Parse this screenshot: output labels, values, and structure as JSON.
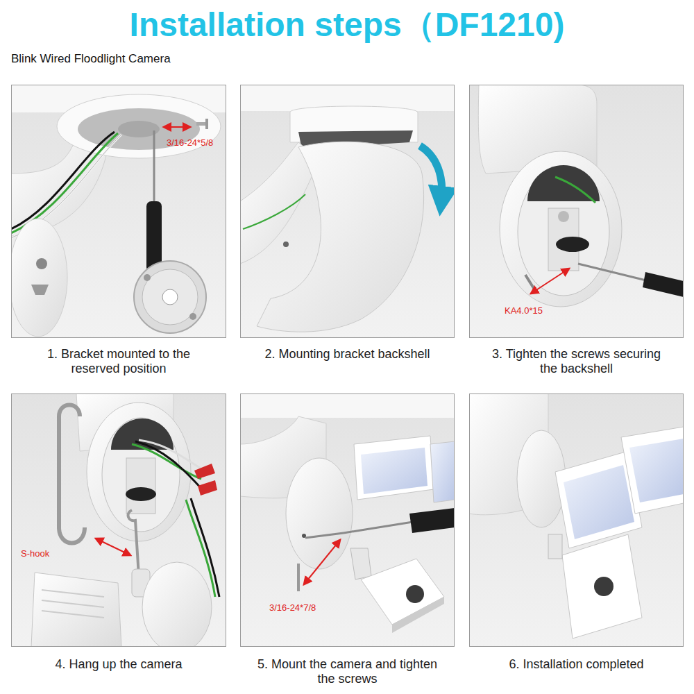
{
  "diagram": {
    "title": "Installation steps（DF1210)",
    "nodes": [
      {
        "text": [
          "1. Bracket mounted to the reserved position"
        ]
      },
      {
        "text": [
          "2. Mounting bracket backshell"
        ]
      },
      {
        "text": [
          "3. Tighten the screws securing the backshell"
        ]
      },
      {
        "text": [
          "4. Hang up the camera"
        ]
      },
      {
        "text": [
          "5. Mount the camera and tighten the screws"
        ]
      },
      {
        "text": [
          "6. Installation completed"
        ]
      }
    ],
    "edges": [],
    "labels": [
      "Blink Wired Floodlight Camera",
      "3/16-24*5/8",
      "KA4.0*15",
      "S-hook",
      "3/16-24*7/8"
    ]
  }
}
